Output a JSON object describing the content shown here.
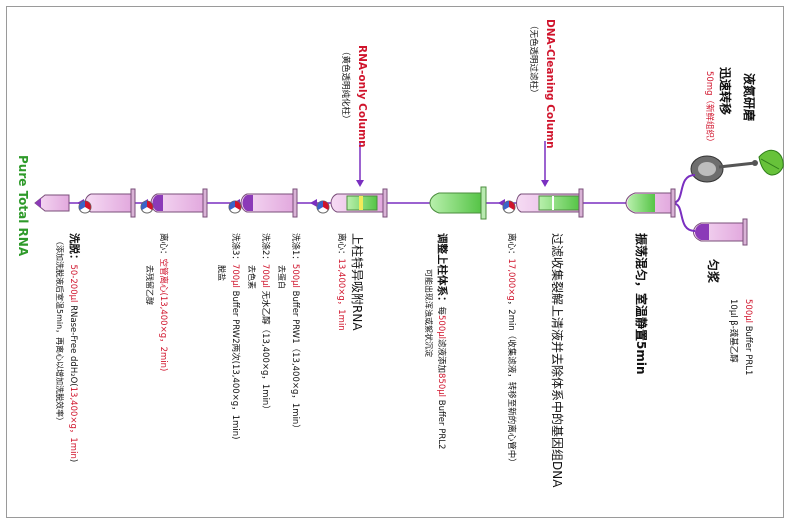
{
  "colors": {
    "flow_arrow": "#7a2fc0",
    "emphasis_red": "#d0142c",
    "pure_green": "#2e9a2a",
    "tube_pink": "#e9b9e6",
    "tube_green": "#79d96b",
    "tube_purple": "#8b3ab8",
    "text": "#111111"
  },
  "icons": [
    "leaf-icon",
    "mortar-grinder-icon",
    "centrifuge-tube-icon",
    "spin-column-icon",
    "centrifuge-rotor-icon",
    "flow-arrow-icon",
    "brace-icon"
  ],
  "branch_top": {
    "title": "液氮研磨",
    "subtitle": "迅速转移",
    "amount": "50mg（新鲜组织）"
  },
  "branch_bottom": {
    "title": "匀浆",
    "buffer_vol": "500μl",
    "buffer_name": "Buffer PRL1",
    "note": "10μl β-巯基乙醇"
  },
  "steps": {
    "mix": "振荡混匀，室温静置5min",
    "dna_title": "过滤收集裂解上清液并去除体系中的基因组DNA",
    "dna_centrifuge_label": "离心：",
    "dna_centrifuge_speed": "17,000×g",
    "dna_centrifuge_rest": "，2min（收集滤液，转移至新的离心管中）",
    "adjust_title": "调整上柱体系：",
    "adjust_line1_a": "每",
    "adjust_line1_b": "500μl",
    "adjust_line1_c": "滤液添加",
    "adjust_line1_d": "850μl",
    "adjust_line1_e": " Buffer PRL2",
    "adjust_line2": "可能出现浑浊或絮状沉淀",
    "bind_title": "上柱特异吸附RNA",
    "bind_centrifuge_label": "离心：",
    "bind_centrifuge_value": "13,400×g，1min",
    "wash1_label": "洗涤1：",
    "wash1_vol": "500μl",
    "wash1_rest": " Buffer PRW1（13,400×g，1min）",
    "wash1_note": "去蛋白",
    "wash2_label": "洗涤2：",
    "wash2_vol": "700μl",
    "wash2_rest": " 无水乙醇（13,400×g，1min）",
    "wash2_note": "去色素",
    "wash3_label": "洗涤3：",
    "wash3_vol": "700μl",
    "wash3_rest": " Buffer PRW2两次(13,400×g，1min)",
    "wash3_note": "脱盐",
    "spin_label": "离心：",
    "spin_value": "空管离心(13,400×g，2min)",
    "spin_note": "去残留乙醇",
    "elute_label": "洗脱：",
    "elute_vol": "50-200μl",
    "elute_mid": " RNase-Free ddH₂O(",
    "elute_cond": "13,400×g，1min",
    "elute_end": ")",
    "elute_note": "（添加洗脱液后室温5min，再离心以增加洗脱效率）"
  },
  "columns": {
    "dna_name": "DNA-Cleaning Column",
    "dna_desc": "（无色透明过滤柱）",
    "rna_name": "RNA-only Column",
    "rna_desc": "（黄色透明纯化柱）"
  },
  "result": "Pure Total RNA"
}
